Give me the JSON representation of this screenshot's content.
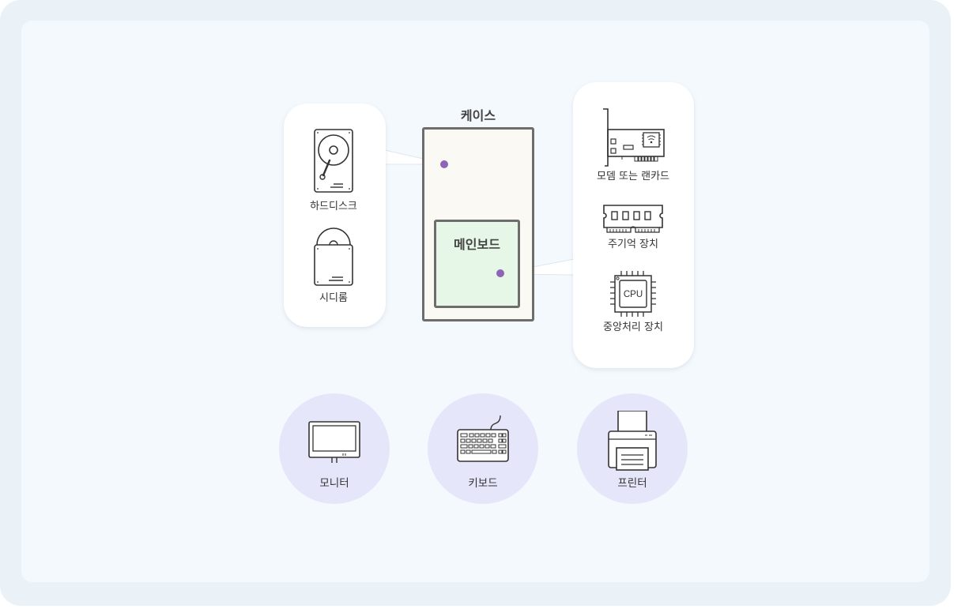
{
  "diagram": {
    "case_label": "케이스",
    "motherboard_label": "메인보드",
    "storage_devices": [
      {
        "label": "하드디스크",
        "icon": "hard-disk-icon"
      },
      {
        "label": "시디롬",
        "icon": "cdrom-icon"
      }
    ],
    "board_components": [
      {
        "label": "모뎀 또는 랜카드",
        "icon": "network-card-icon"
      },
      {
        "label": "주기억 장치",
        "icon": "ram-icon"
      },
      {
        "label": "중앙처리 장치",
        "icon": "cpu-icon",
        "chip_text": "CPU"
      }
    ],
    "peripherals": [
      {
        "label": "모니터",
        "icon": "monitor-icon"
      },
      {
        "label": "키보드",
        "icon": "keyboard-icon"
      },
      {
        "label": "프린터",
        "icon": "printer-icon"
      }
    ],
    "colors": {
      "connector_dot": "#8e63b8",
      "peripheral_circle": "#e6e6fa",
      "motherboard_fill": "#e6f6e7",
      "case_fill": "#faf9f3"
    }
  }
}
